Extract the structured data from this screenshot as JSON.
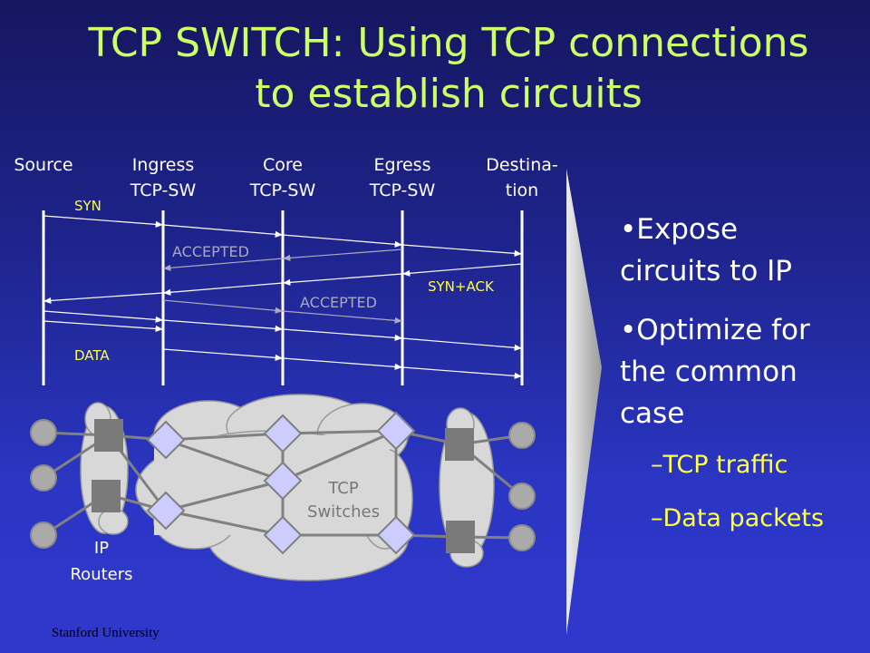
{
  "title": {
    "line1": "TCP SWITCH: Using TCP connections",
    "line2": "to establish circuits"
  },
  "timeline": {
    "headers": [
      {
        "line1": "Source",
        "line2": ""
      },
      {
        "line1": "Ingress",
        "line2": "TCP-SW"
      },
      {
        "line1": "Core",
        "line2": "TCP-SW"
      },
      {
        "line1": "Egress",
        "line2": "TCP-SW"
      },
      {
        "line1": "Destina-",
        "line2": "tion"
      }
    ],
    "labels": {
      "syn": "SYN",
      "accepted1": "ACCEPTED",
      "synack": "SYN+ACK",
      "accepted2": "ACCEPTED",
      "data": "DATA"
    }
  },
  "network": {
    "routers_label_1": "IP",
    "routers_label_2": "Routers",
    "switches_label_1": "TCP",
    "switches_label_2": "Switches"
  },
  "bullets": [
    {
      "line1": "•Expose",
      "line2": "circuits to IP"
    },
    {
      "line1": "•Optimize for",
      "line2": "the common",
      "line3": "case"
    }
  ],
  "sub_bullets": [
    "–TCP traffic",
    "–Data packets"
  ],
  "footer": "Stanford University",
  "colors": {
    "title": "#ccff66",
    "label": "#ffff44",
    "gray_arrow": "#a8a8c0"
  }
}
